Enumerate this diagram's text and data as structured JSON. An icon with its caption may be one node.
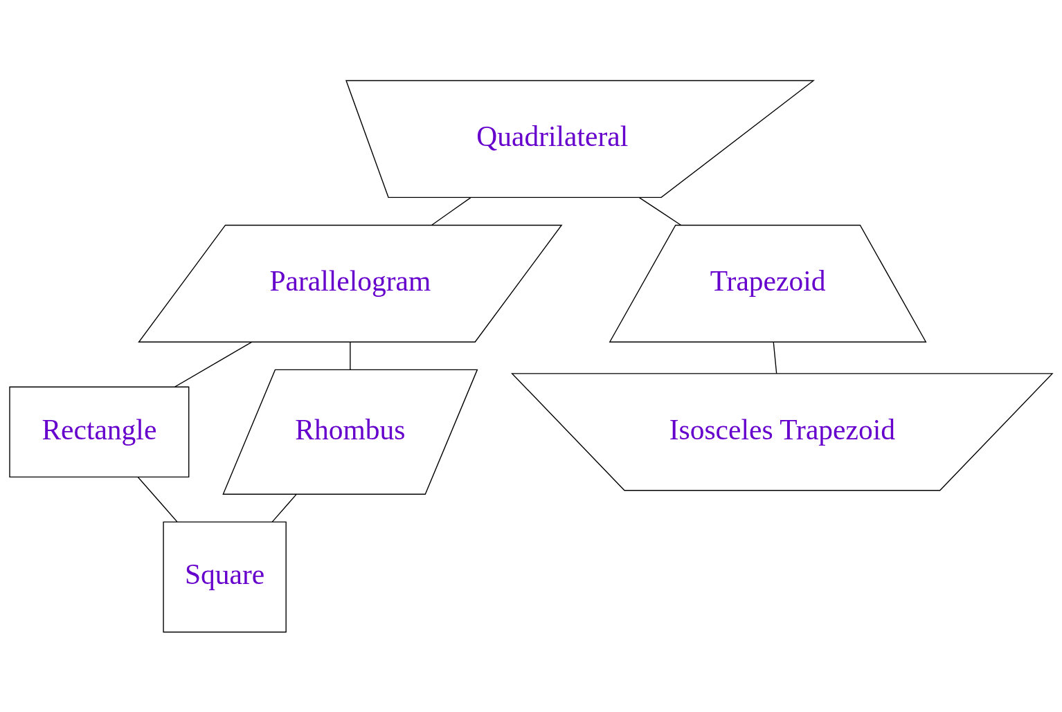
{
  "diagram": {
    "nodes": [
      {
        "text": [
          "Quadrilateral"
        ]
      },
      {
        "text": [
          "Parallelogram"
        ]
      },
      {
        "text": [
          "Trapezoid"
        ]
      },
      {
        "text": [
          "Rectangle"
        ]
      },
      {
        "text": [
          "Rhombus"
        ]
      },
      {
        "text": [
          "Isosceles Trapezoid"
        ]
      },
      {
        "text": [
          "Square"
        ]
      }
    ],
    "edges": [
      {
        "from": 0,
        "to": 1,
        "arrow": "none"
      },
      {
        "from": 0,
        "to": 2,
        "arrow": "none"
      },
      {
        "from": 1,
        "to": 3,
        "arrow": "none"
      },
      {
        "from": 1,
        "to": 4,
        "arrow": "none"
      },
      {
        "from": 2,
        "to": 5,
        "arrow": "none"
      },
      {
        "from": 3,
        "to": 6,
        "arrow": "none"
      },
      {
        "from": 4,
        "to": 6,
        "arrow": "none"
      }
    ]
  }
}
